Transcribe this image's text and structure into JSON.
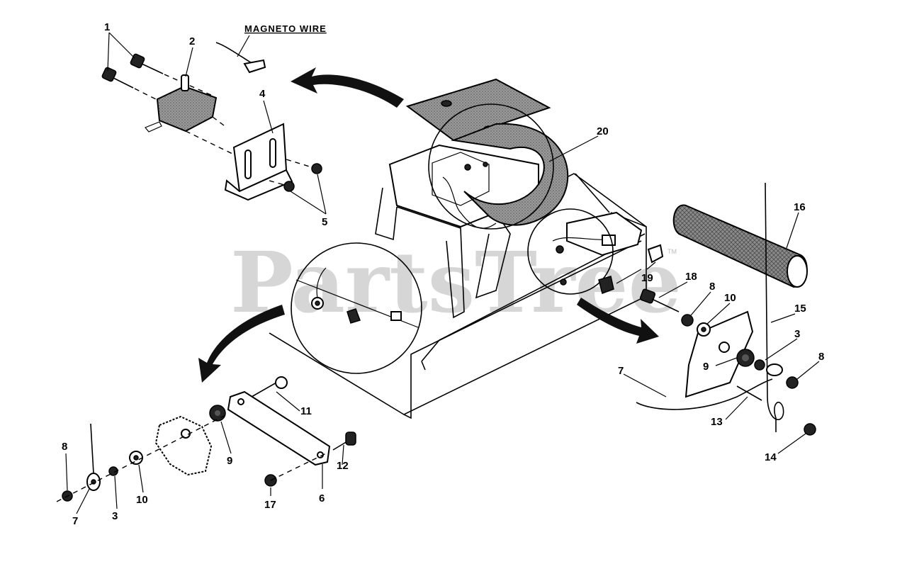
{
  "diagram": {
    "title_label": "MAGNETO WIRE",
    "watermark": "PartsTree",
    "trademark": "TM",
    "callouts": [
      {
        "id": "c1",
        "text": "1"
      },
      {
        "id": "c2",
        "text": "2"
      },
      {
        "id": "c4",
        "text": "4"
      },
      {
        "id": "c5",
        "text": "5"
      },
      {
        "id": "c20",
        "text": "20"
      },
      {
        "id": "c16",
        "text": "16"
      },
      {
        "id": "c19",
        "text": "19"
      },
      {
        "id": "c18",
        "text": "18"
      },
      {
        "id": "c8a",
        "text": "8"
      },
      {
        "id": "c10a",
        "text": "10"
      },
      {
        "id": "c15",
        "text": "15"
      },
      {
        "id": "c3a",
        "text": "3"
      },
      {
        "id": "c8b",
        "text": "8"
      },
      {
        "id": "c9a",
        "text": "9"
      },
      {
        "id": "c7a",
        "text": "7"
      },
      {
        "id": "c13",
        "text": "13"
      },
      {
        "id": "c14",
        "text": "14"
      },
      {
        "id": "c11",
        "text": "11"
      },
      {
        "id": "c8c",
        "text": "8"
      },
      {
        "id": "c9b",
        "text": "9"
      },
      {
        "id": "c12",
        "text": "12"
      },
      {
        "id": "c10b",
        "text": "10"
      },
      {
        "id": "c3b",
        "text": "3"
      },
      {
        "id": "c7b",
        "text": "7"
      },
      {
        "id": "c17",
        "text": "17"
      },
      {
        "id": "c6",
        "text": "6"
      }
    ]
  }
}
